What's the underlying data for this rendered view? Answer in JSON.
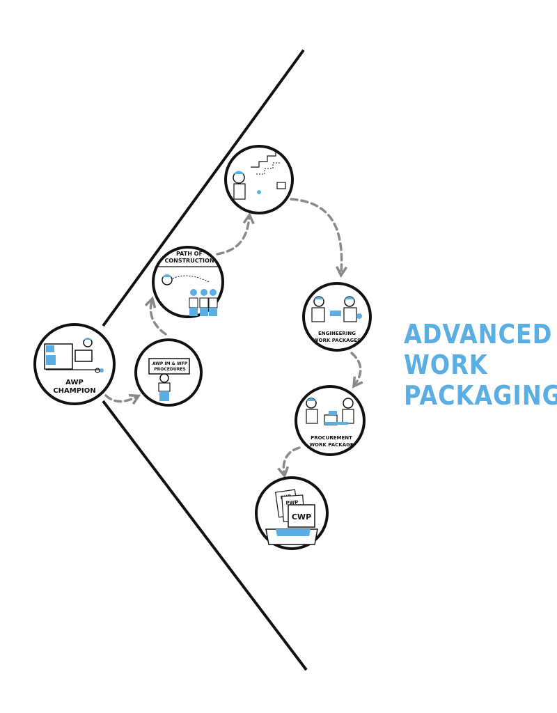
{
  "title_lines": [
    "ADVANCED",
    "WORK",
    "PACKAGING"
  ],
  "colors": {
    "accent": "#5aaee3",
    "ink": "#111111",
    "arrow": "#888888"
  },
  "steps": [
    {
      "lines": [
        "AWP",
        "CHAMPION"
      ]
    },
    {
      "lines": [
        "AWP IM & WFP",
        "PROCEDURES"
      ]
    },
    {
      "lines": [
        "PATH OF",
        "CONSTRUCTION"
      ]
    },
    {
      "lines": []
    },
    {
      "lines": [
        "ENGINEERING",
        "WORK PACKAGES"
      ]
    },
    {
      "lines": [
        "PROCUREMENT",
        "WORK PACKAGE"
      ]
    },
    {
      "lines": []
    }
  ],
  "documents": [
    "IWP",
    "PWP",
    "CWP"
  ]
}
